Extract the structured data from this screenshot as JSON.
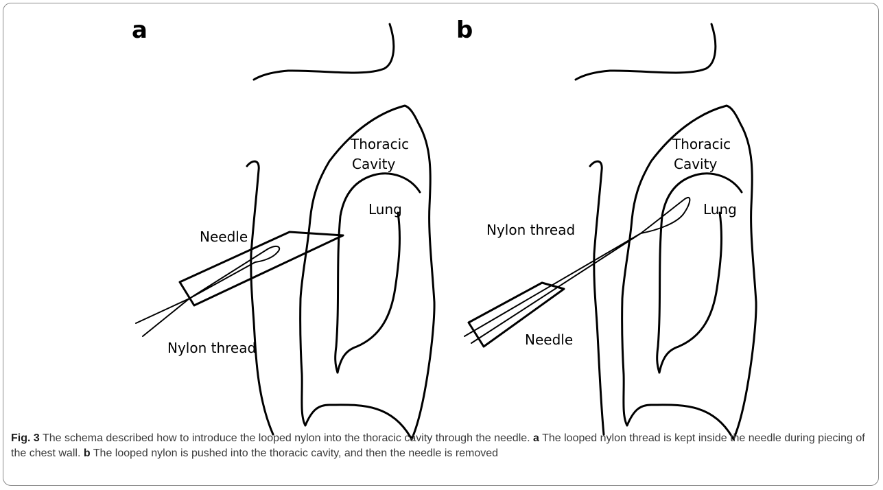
{
  "panels": [
    {
      "letter": "a",
      "labels": {
        "thoracic_line1": "Thoracic",
        "thoracic_line2": "Cavity",
        "lung": "Lung",
        "needle": "Needle",
        "nylon": "Nylon thread"
      }
    },
    {
      "letter": "b",
      "labels": {
        "thoracic_line1": "Thoracic",
        "thoracic_line2": "Cavity",
        "lung": "Lung",
        "needle": "Needle",
        "nylon": "Nylon thread"
      }
    }
  ],
  "caption": {
    "fig_label": "Fig. 3",
    "intro": " The schema described how to introduce the looped nylon into the thoracic cavity through the needle. ",
    "a_letter": "a",
    "a_text": " The looped nylon thread is kept inside the needle during piecing of the chest wall. ",
    "b_letter": "b",
    "b_text": " The looped nylon is pushed into the thoracic cavity, and then the needle is removed"
  }
}
